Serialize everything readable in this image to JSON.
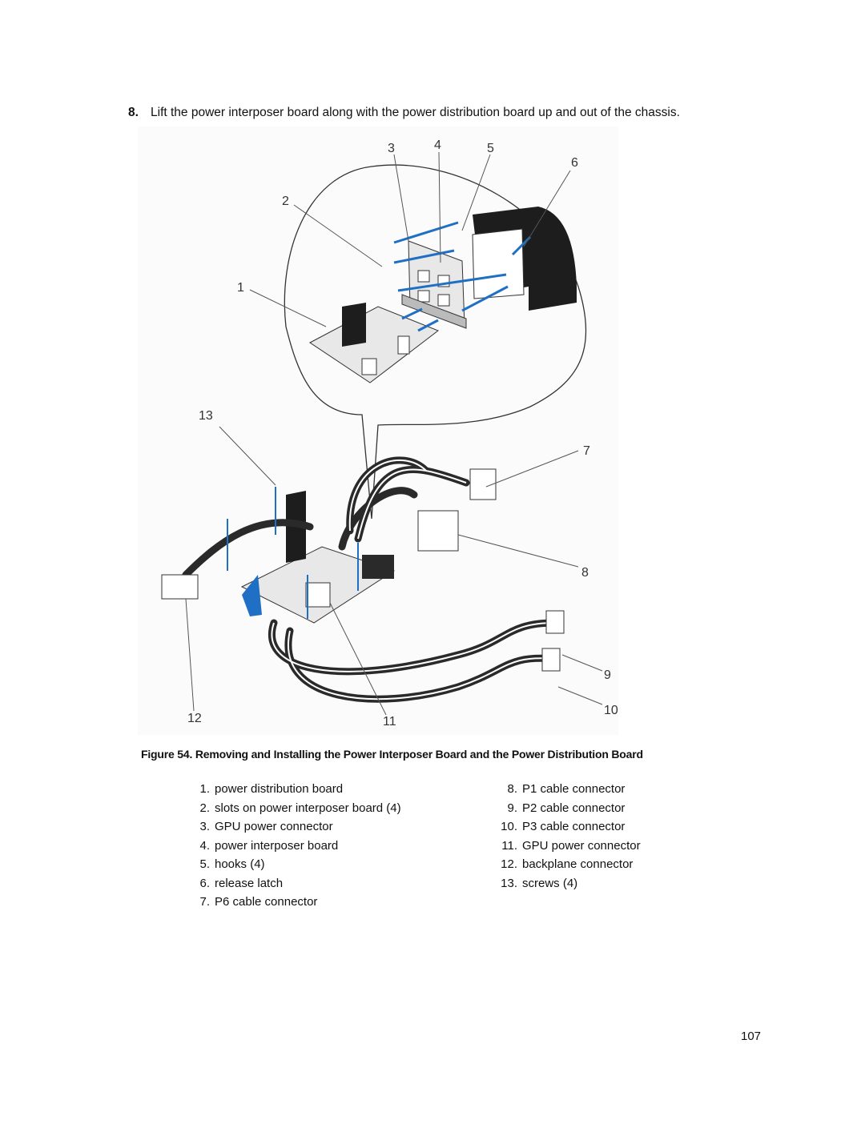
{
  "step": {
    "number": "8.",
    "text": "Lift the power interposer board along with the power distribution board up and out of the chassis."
  },
  "figure": {
    "callouts": [
      "1",
      "2",
      "3",
      "4",
      "5",
      "6",
      "7",
      "8",
      "9",
      "10",
      "11",
      "12",
      "13"
    ],
    "colors": {
      "arrow": "#1f6fc5",
      "line": "#222222",
      "cable": "#2a2a2a",
      "board": "#e8e8e8"
    }
  },
  "caption": "Figure 54. Removing and Installing the Power Interposer Board and the Power Distribution Board",
  "legend": {
    "left": [
      {
        "n": "1.",
        "label": "power distribution board"
      },
      {
        "n": "2.",
        "label": "slots on power interposer board (4)"
      },
      {
        "n": "3.",
        "label": "GPU power connector"
      },
      {
        "n": "4.",
        "label": "power interposer board"
      },
      {
        "n": "5.",
        "label": "hooks (4)"
      },
      {
        "n": "6.",
        "label": "release latch"
      },
      {
        "n": "7.",
        "label": "P6 cable connector"
      }
    ],
    "right": [
      {
        "n": "8.",
        "label": "P1 cable connector"
      },
      {
        "n": "9.",
        "label": "P2 cable connector"
      },
      {
        "n": "10.",
        "label": "P3 cable connector"
      },
      {
        "n": "11.",
        "label": "GPU power connector"
      },
      {
        "n": "12.",
        "label": "backplane connector"
      },
      {
        "n": "13.",
        "label": "screws (4)"
      }
    ]
  },
  "page_number": "107"
}
